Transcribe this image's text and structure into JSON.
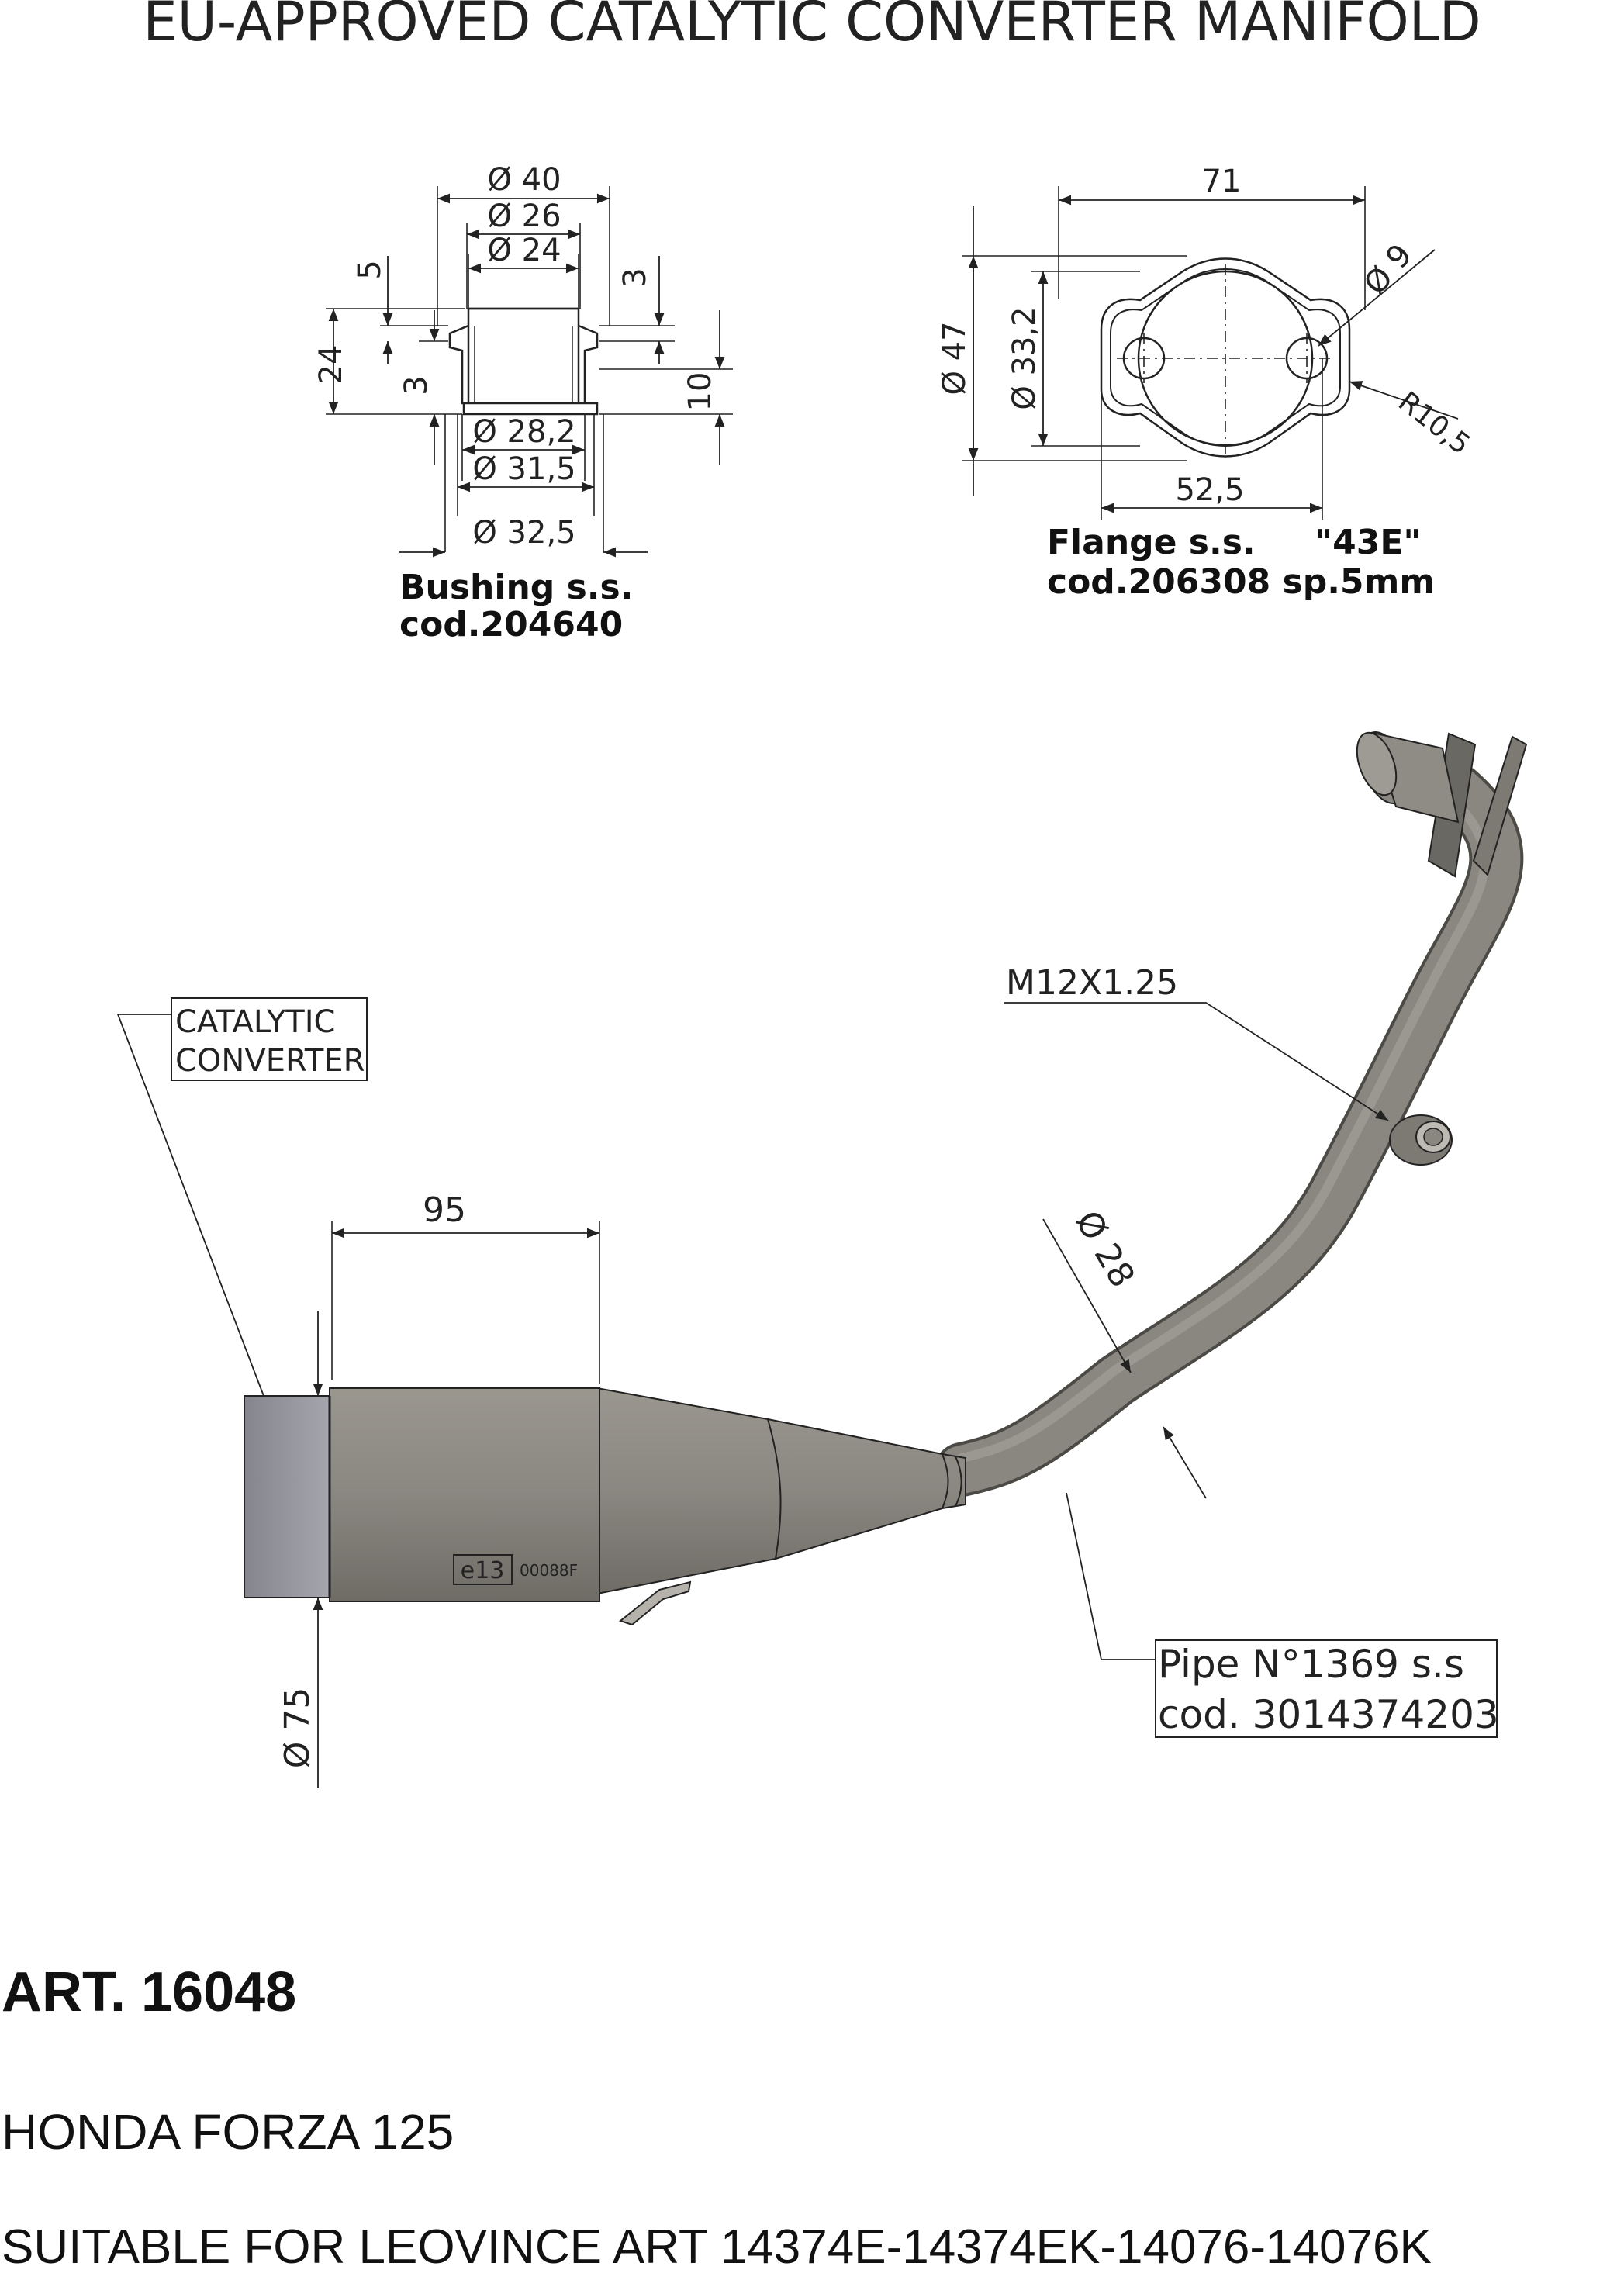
{
  "title": "EU-APPROVED CATALYTIC CONVERTER MANIFOLD",
  "bushing": {
    "dims": {
      "d40": "Ø 40",
      "d26": "Ø 26",
      "d24": "Ø 24",
      "d28_2": "Ø 28,2",
      "d31_5": "Ø 31,5",
      "d32_5": "Ø 32,5",
      "h5": "5",
      "h24": "24",
      "h3_left": "3",
      "h3_right": "3",
      "h10": "10"
    },
    "caption_line1": "Bushing s.s.",
    "caption_line2": "cod.204640"
  },
  "flange": {
    "dims": {
      "w71": "71",
      "d47": "Ø 47",
      "d33_2": "Ø 33,2",
      "d9": "Ø 9",
      "r10_5": "R10,5",
      "w52_5": "52,5"
    },
    "caption_line1": "Flange s.s.     \"43E\"",
    "caption_line2": "cod.206308 sp.5mm"
  },
  "manifold": {
    "thread_label": "M12X1.25",
    "catalytic_label_line1": "CATALYTIC",
    "catalytic_label_line2": "CONVERTER",
    "length_95": "95",
    "pipe_diameter": "Ø 28",
    "outlet_diameter": "Ø 75",
    "homologation_mark": "e13",
    "homologation_code": "00088F",
    "pipe_label_line1": "Pipe N°1369 s.s",
    "pipe_label_line2": "cod. 3014374203"
  },
  "article": "ART. 16048",
  "model": "HONDA FORZA 125",
  "suitable": "SUITABLE FOR LEOVINCE ART 14374E-14374EK-14076-14076K",
  "colors": {
    "metal": "#8a8781",
    "metal_dark": "#6a6862",
    "outlet": "#9a9aa2",
    "line": "#222222"
  }
}
